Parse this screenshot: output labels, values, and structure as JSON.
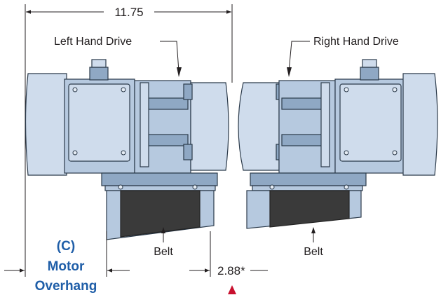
{
  "dimensions": {
    "overall_width": "11.75",
    "offset": "2.88*"
  },
  "labels": {
    "left_drive": "Left Hand Drive",
    "right_drive": "Right Hand Drive",
    "belt_left": "Belt",
    "belt_right": "Belt"
  },
  "callout": {
    "line1": "(C)",
    "line2": "Motor",
    "line3": "Overhang"
  },
  "colors": {
    "motor": "#b6c9df",
    "belt": "#3a3a3a",
    "callout_text": "#1f5ea8",
    "marker": "#c8102e"
  }
}
